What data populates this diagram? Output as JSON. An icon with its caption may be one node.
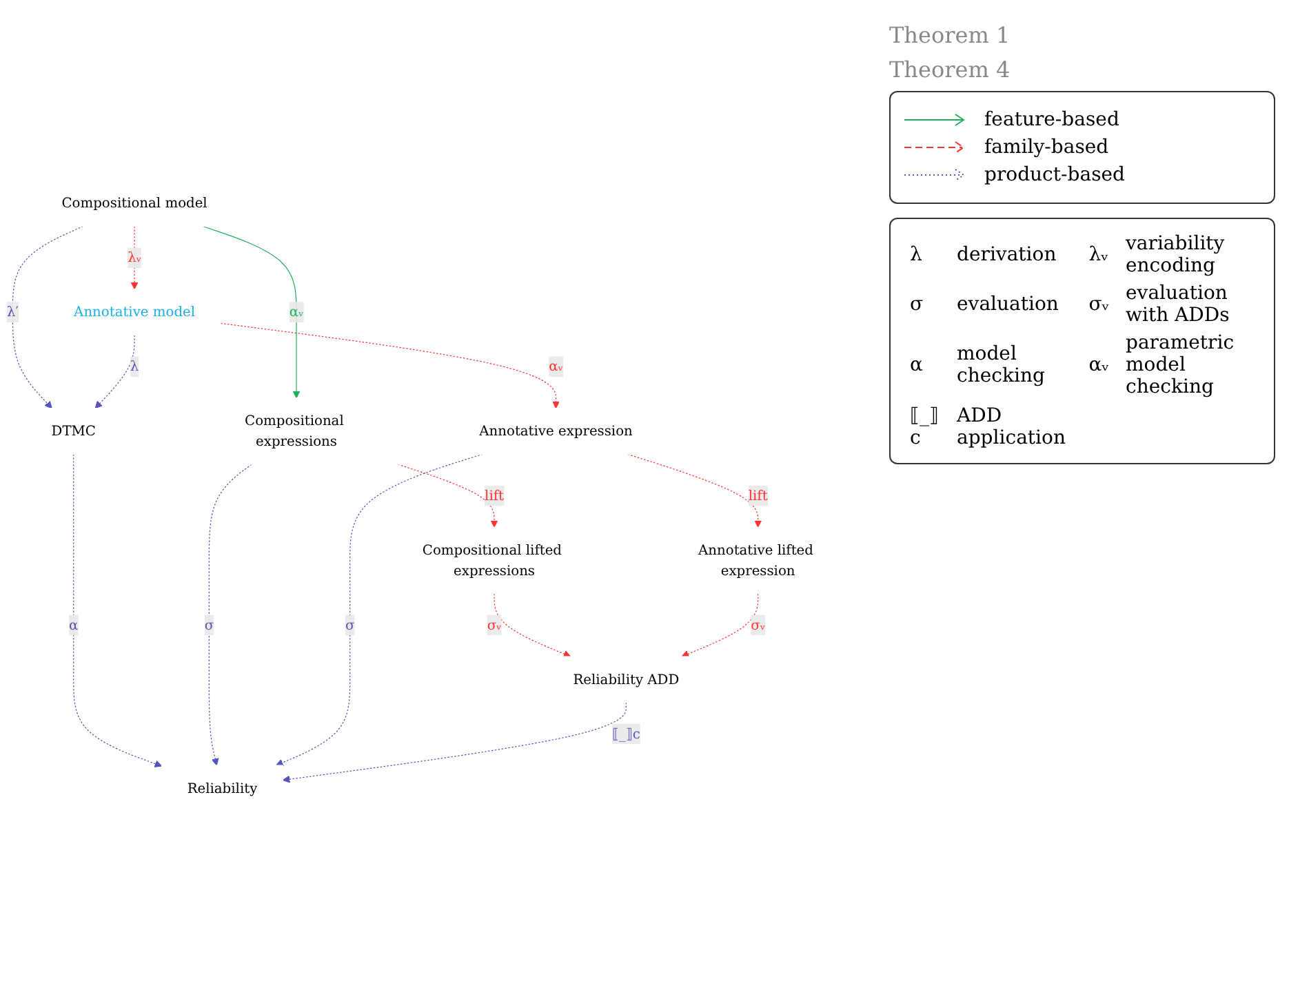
{
  "diagram": {
    "nodes": [
      {
        "text": [
          "Compositional model"
        ]
      },
      {
        "text": [
          "DTMC"
        ]
      },
      {
        "text": [
          "Annotative model"
        ]
      },
      {
        "text": [
          "Compositional expressions"
        ]
      },
      {
        "text": [
          "Reliability"
        ]
      },
      {
        "text": [
          "Annotative expression"
        ]
      },
      {
        "text": [
          "Compositional lifted expressions"
        ]
      },
      {
        "text": [
          "Reliability ADD"
        ]
      },
      {
        "text": [
          "Annotative lifted expression"
        ]
      }
    ],
    "edges": [
      {
        "from": 0,
        "to": 2,
        "arrow": "to",
        "label": "λᵥ",
        "style": "dashed",
        "color": "#ff3333"
      },
      {
        "from": 0,
        "to": 1,
        "arrow": "to",
        "label": "λ′",
        "style": "dashed",
        "color": "#5555bb"
      },
      {
        "from": 2,
        "to": 1,
        "arrow": "to",
        "label": "λ",
        "style": "dashed",
        "color": "#5555bb"
      },
      {
        "from": 0,
        "to": 3,
        "arrow": "to",
        "label": "αᵥ",
        "color": "#22b060"
      },
      {
        "from": 1,
        "to": 4,
        "arrow": "to",
        "label": "α",
        "style": "dashed",
        "color": "#5555bb"
      },
      {
        "from": 2,
        "to": 5,
        "arrow": "to",
        "label": "αᵥ",
        "style": "dashed",
        "color": "#ff3333"
      },
      {
        "from": 3,
        "to": 4,
        "arrow": "to",
        "label": "σ",
        "style": "dashed",
        "color": "#5555bb"
      },
      {
        "from": 5,
        "to": 4,
        "arrow": "to",
        "label": "σ",
        "style": "dashed",
        "color": "#5555bb"
      },
      {
        "from": 3,
        "to": 6,
        "arrow": "to",
        "label": "lift",
        "style": "dashed",
        "color": "#ff3333"
      },
      {
        "from": 7,
        "to": 4,
        "arrow": "to",
        "label": "⟦_⟧c",
        "style": "dashed",
        "color": "#5555bb"
      },
      {
        "from": 5,
        "to": 8,
        "arrow": "to",
        "label": "lift",
        "style": "dashed",
        "color": "#ff3333"
      },
      {
        "from": 6,
        "to": 7,
        "arrow": "to",
        "label": "σᵥ",
        "style": "dashed",
        "color": "#ff3333"
      },
      {
        "from": 8,
        "to": 7,
        "arrow": "to",
        "label": "σᵥ",
        "style": "dashed",
        "color": "#ff3333"
      }
    ],
    "labels": [
      "Theorem 1",
      "Theorem 4",
      "λ",
      "derivation",
      "λᵥ",
      "variability encoding",
      "σ",
      "evaluation",
      "σᵥ",
      "evaluation with ADDs",
      "α",
      "model checking",
      "αᵥ",
      "parametric model checking",
      "⟦_⟧c",
      "ADD application"
    ],
    "legend": [
      {
        "text": "feature-based"
      },
      {
        "text": "family-based"
      },
      {
        "text": "product-based"
      }
    ]
  }
}
